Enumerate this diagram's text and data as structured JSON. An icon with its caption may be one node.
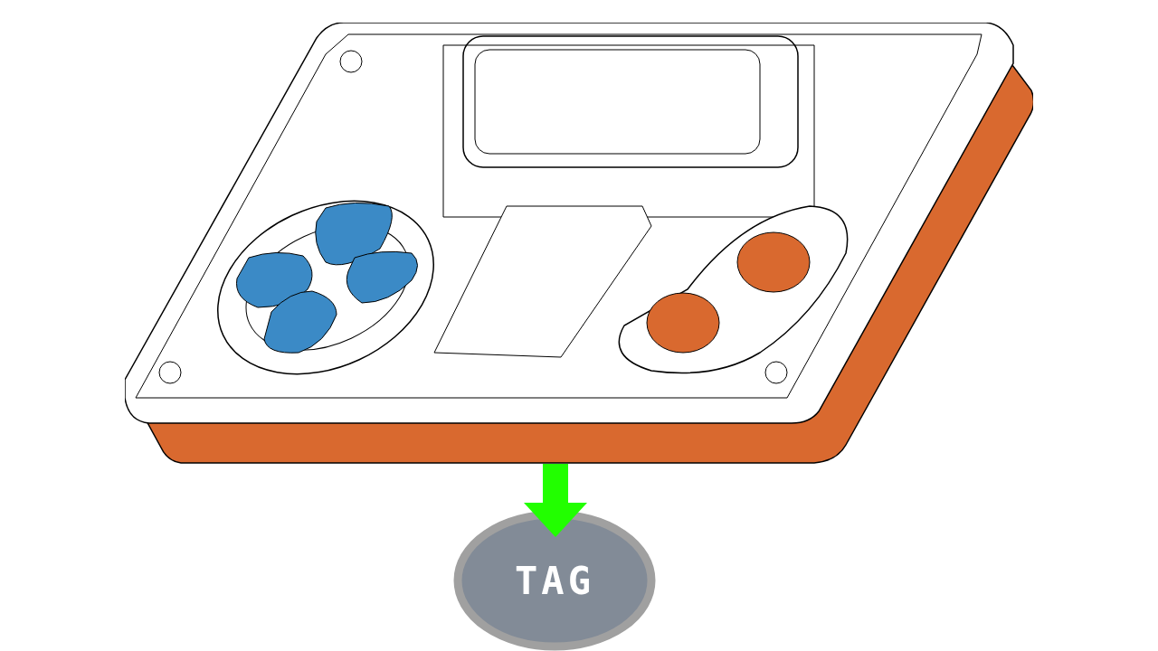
{
  "diagram": {
    "nodes": [
      {
        "text": [],
        "shape": "picture"
      },
      {
        "text": [
          "TAG"
        ]
      }
    ],
    "edges": [
      {
        "from": 0,
        "to": 1,
        "arrow": "to",
        "color": "#22ff00"
      }
    ]
  }
}
